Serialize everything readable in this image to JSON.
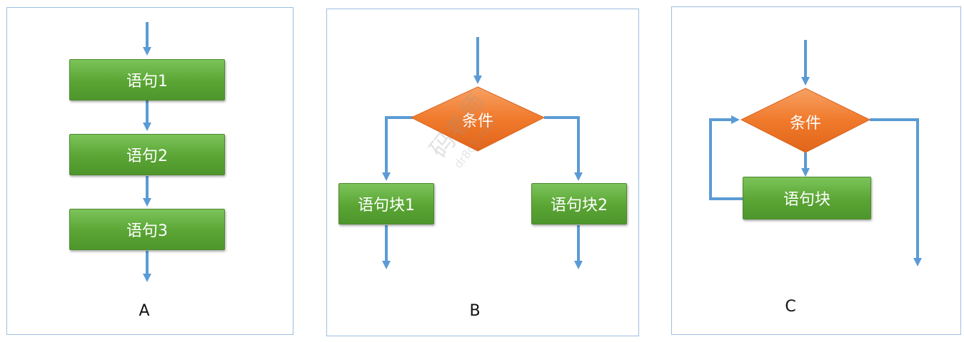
{
  "panel_a": {
    "label": "A",
    "boxes": [
      "语句1",
      "语句2",
      "语句3"
    ]
  },
  "panel_b": {
    "label": "B",
    "condition": "条件",
    "left_block": "语句块1",
    "right_block": "语句块2"
  },
  "panel_c": {
    "label": "C",
    "condition": "条件",
    "block": "语句块"
  },
  "watermark": {
    "text": "码老师",
    "sub": "dr8c3.mb8"
  },
  "colors": {
    "arrow": "#5b9bd5",
    "box_green": "#5aa534",
    "diamond_orange": "#f07a2c",
    "panel_border": "#9cbfe0"
  }
}
